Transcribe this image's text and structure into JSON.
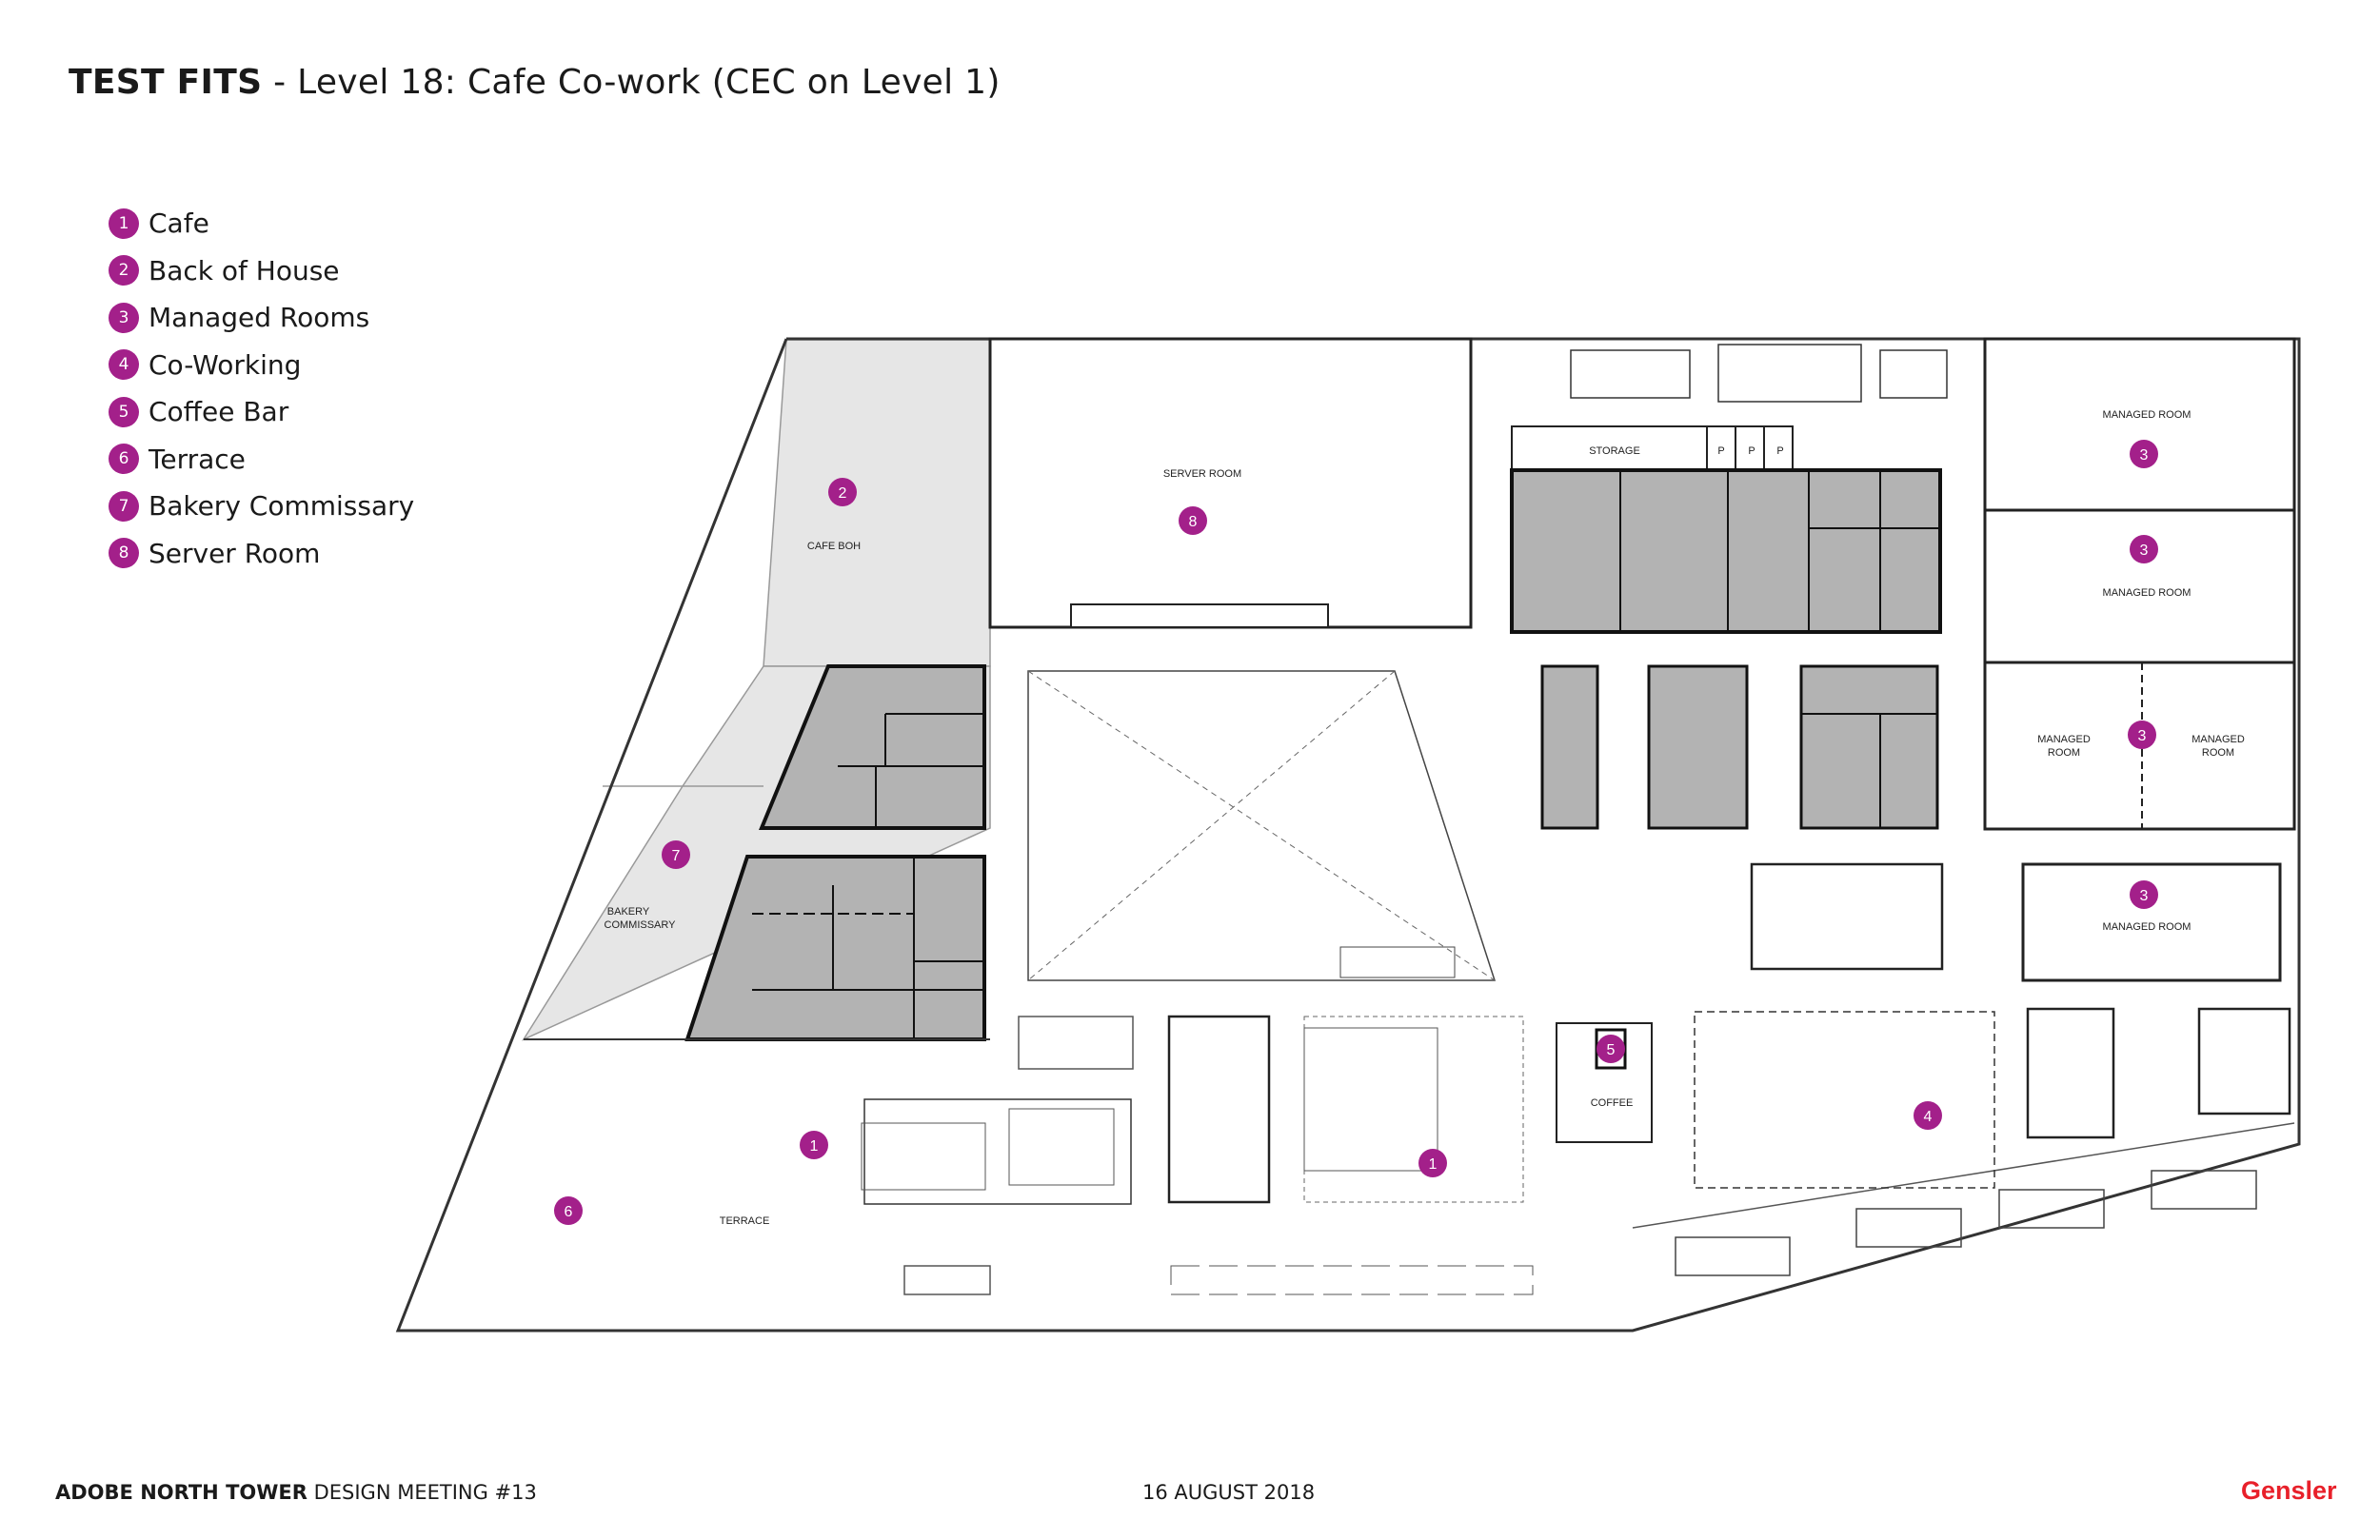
{
  "header": {
    "title_bold": "TEST FITS",
    "title_rest": " - Level 18: Cafe Co-work (CEC on Level 1)"
  },
  "legend": [
    {
      "num": "1",
      "label": "Cafe"
    },
    {
      "num": "2",
      "label": "Back of House"
    },
    {
      "num": "3",
      "label": "Managed Rooms"
    },
    {
      "num": "4",
      "label": "Co-Working"
    },
    {
      "num": "5",
      "label": "Coffee Bar"
    },
    {
      "num": "6",
      "label": "Terrace"
    },
    {
      "num": "7",
      "label": "Bakery Commissary"
    },
    {
      "num": "8",
      "label": "Server Room"
    }
  ],
  "plan_labels": {
    "server_room": "SERVER ROOM",
    "cafe_boh": "CAFE BOH",
    "bakery_1": "BAKERY",
    "bakery_2": "COMMISSARY",
    "storage": "STORAGE",
    "p": "P",
    "managed_room": "MANAGED ROOM",
    "managed": "MANAGED",
    "room": "ROOM",
    "coffee": "COFFEE",
    "terrace": "TERRACE"
  },
  "markers": {
    "m1": "1",
    "m2": "2",
    "m3": "3",
    "m4": "4",
    "m5": "5",
    "m6": "6",
    "m7": "7",
    "m8": "8"
  },
  "footer": {
    "project_bold": "ADOBE NORTH TOWER",
    "project_rest": " DESIGN MEETING #13",
    "date": "16 AUGUST 2018",
    "brand": "Gensler"
  },
  "colors": {
    "accent": "#a3208a",
    "brand": "#e8202a",
    "room_fill": "#b3b3b3",
    "boh_fill": "#e6e6e6"
  }
}
